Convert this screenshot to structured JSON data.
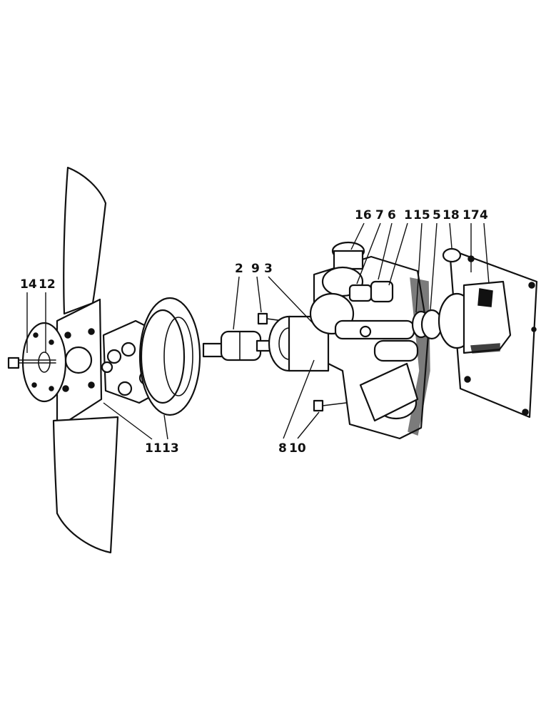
{
  "callouts": {
    "c14": "14",
    "c12": "12",
    "c2": "2",
    "c9": "9",
    "c3": "3",
    "c16": "16",
    "c7": "7",
    "c6": "6",
    "c1": "1",
    "c15": "15",
    "c5": "5",
    "c18": "18",
    "c17": "17",
    "c4": "4",
    "c11": "11",
    "c13": "13",
    "c8": "8",
    "c10": "10"
  },
  "colors": {
    "ink": "#111111",
    "paper": "#ffffff"
  }
}
